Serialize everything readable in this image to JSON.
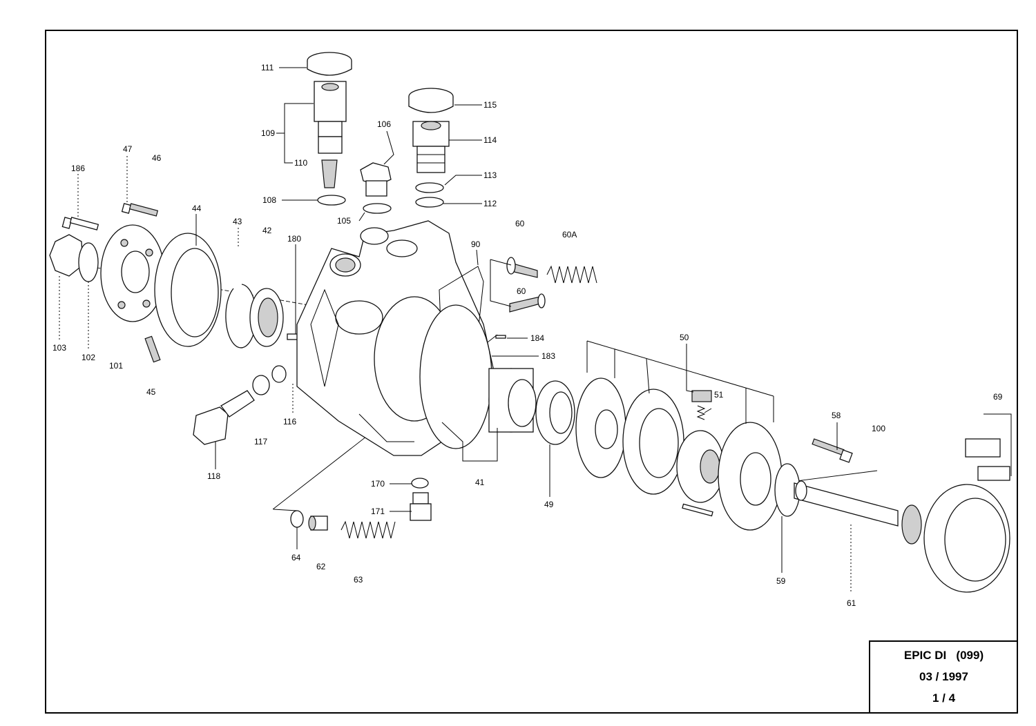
{
  "title_block": {
    "model": "EPIC DI   (099)",
    "date": "03 / 1997",
    "sheet": "1 / 4"
  },
  "callouts": {
    "c111": "111",
    "c109": "109",
    "c110": "110",
    "c108": "108",
    "c106": "106",
    "c105": "105",
    "c115": "115",
    "c114": "114",
    "c113": "113",
    "c112": "112",
    "c47": "47",
    "c46": "46",
    "c186": "186",
    "c44": "44",
    "c43": "43",
    "c42": "42",
    "c180": "180",
    "c60a": "60",
    "c60A": "60A",
    "c60b": "60",
    "c90": "90",
    "c184": "184",
    "c183": "183",
    "c50": "50",
    "c51": "51",
    "c69": "69",
    "c58": "58",
    "c100": "100",
    "c103": "103",
    "c102": "102",
    "c101": "101",
    "c45": "45",
    "c116": "116",
    "c117": "117",
    "c118": "118",
    "c170": "170",
    "c171": "171",
    "c41": "41",
    "c49": "49",
    "c64": "64",
    "c62": "62",
    "c63": "63",
    "c59": "59",
    "c61": "61"
  }
}
